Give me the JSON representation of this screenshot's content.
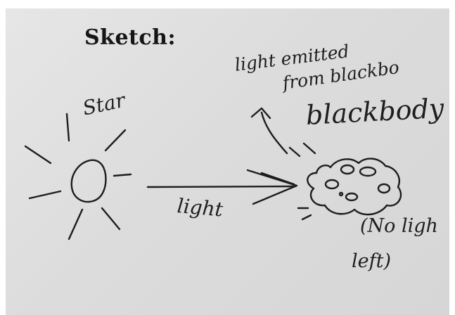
{
  "heading": "Sketch:",
  "labels": {
    "star": "Star",
    "light": "light",
    "emitted_line1": "light emitted",
    "emitted_line2": "from blackbo",
    "blackbody": "blackbody",
    "no_light_line1": "(No ligh",
    "no_light_line2": "left)"
  }
}
